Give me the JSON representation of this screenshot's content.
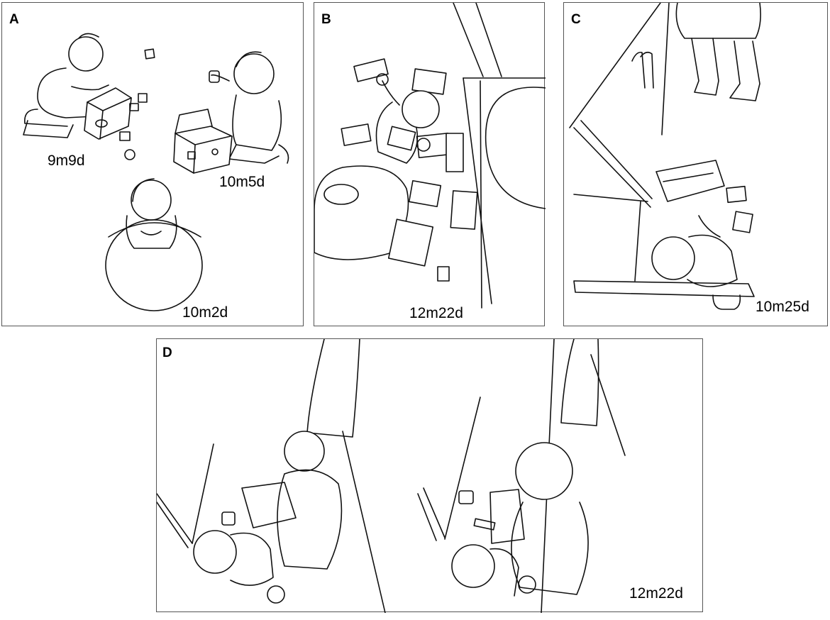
{
  "panels": {
    "a": {
      "letter": "A",
      "ages": [
        "9m9d",
        "10m5d",
        "10m2d"
      ]
    },
    "b": {
      "letter": "B",
      "age": "12m22d"
    },
    "c": {
      "letter": "C",
      "age": "10m25d"
    },
    "d": {
      "letter": "D",
      "age": "12m22d"
    }
  }
}
